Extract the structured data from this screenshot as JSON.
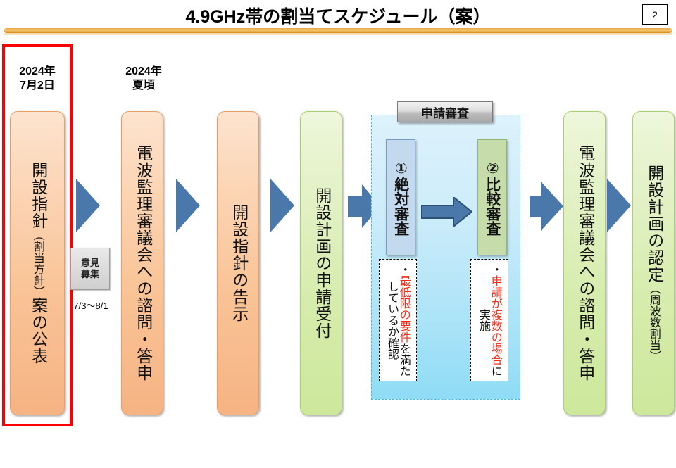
{
  "header": {
    "title": "4.9GHz帯の割当てスケジュール（案）",
    "page_number": "2",
    "accent_color": "#e8a33d"
  },
  "highlight": {
    "color": "#ff0000"
  },
  "dates": [
    {
      "id": "date-1",
      "text": "2024年\n7月2日"
    },
    {
      "id": "date-2",
      "text": "2024年\n夏頃"
    }
  ],
  "steps": [
    {
      "id": "step-1",
      "color": "orange",
      "main": "開設指針",
      "sub": "（割当方針）",
      "tail": "案の公表"
    },
    {
      "id": "step-2",
      "color": "orange",
      "main": "電波監理審議会への諮問・答申",
      "sub": "",
      "tail": ""
    },
    {
      "id": "step-3",
      "color": "orange",
      "main": "開設指針の告示",
      "sub": "",
      "tail": ""
    },
    {
      "id": "step-4",
      "color": "green",
      "main": "開設計画の申請受付",
      "sub": "",
      "tail": ""
    },
    {
      "id": "step-5",
      "color": "green",
      "main": "電波監理審議会への諮問・答申",
      "sub": "",
      "tail": ""
    },
    {
      "id": "step-6",
      "color": "green",
      "main": "開設計画の認定",
      "sub": "（周波数割当）",
      "tail": ""
    }
  ],
  "opinion": {
    "label": "意見\n募集",
    "period": "7/3〜8/1"
  },
  "review_panel": {
    "title": "申請審査",
    "background_color": "#b4e5f7",
    "border_color": "#49b5e0",
    "items": [
      {
        "id": "review-1",
        "color": "blue",
        "label": "①絶対審査",
        "note_bullet": "・",
        "note_red": "最低限の要件",
        "note_rest": "を満たしているか確認"
      },
      {
        "id": "review-2",
        "color": "green",
        "label": "②比較審査",
        "note_bullet": "・",
        "note_red": "申請が複数の場合",
        "note_rest": "に実施"
      }
    ],
    "inner_arrow_color": "#4a78ab"
  },
  "arrows": {
    "color": "#4a78ab",
    "count": 6
  }
}
